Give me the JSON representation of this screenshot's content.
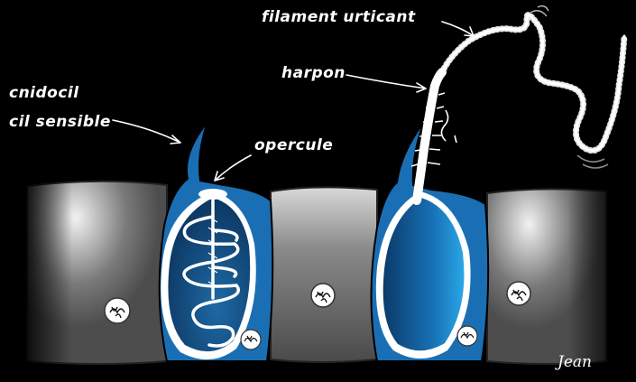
{
  "labels": {
    "cnidocil_line1": "cnidocil",
    "cnidocil_line2": "cil sensible",
    "opercule": "opercule",
    "harpon": "harpon",
    "filament": "filament urticant"
  },
  "signature": "Jean",
  "colors": {
    "background": "#000000",
    "cnidocyte_blue": "#1a6fb4",
    "capsule_dark": "#0d3e70",
    "capsule_light": "#1e8fd6",
    "epithelial_gray": "#6f6f6f",
    "outline": "#ffffff"
  }
}
